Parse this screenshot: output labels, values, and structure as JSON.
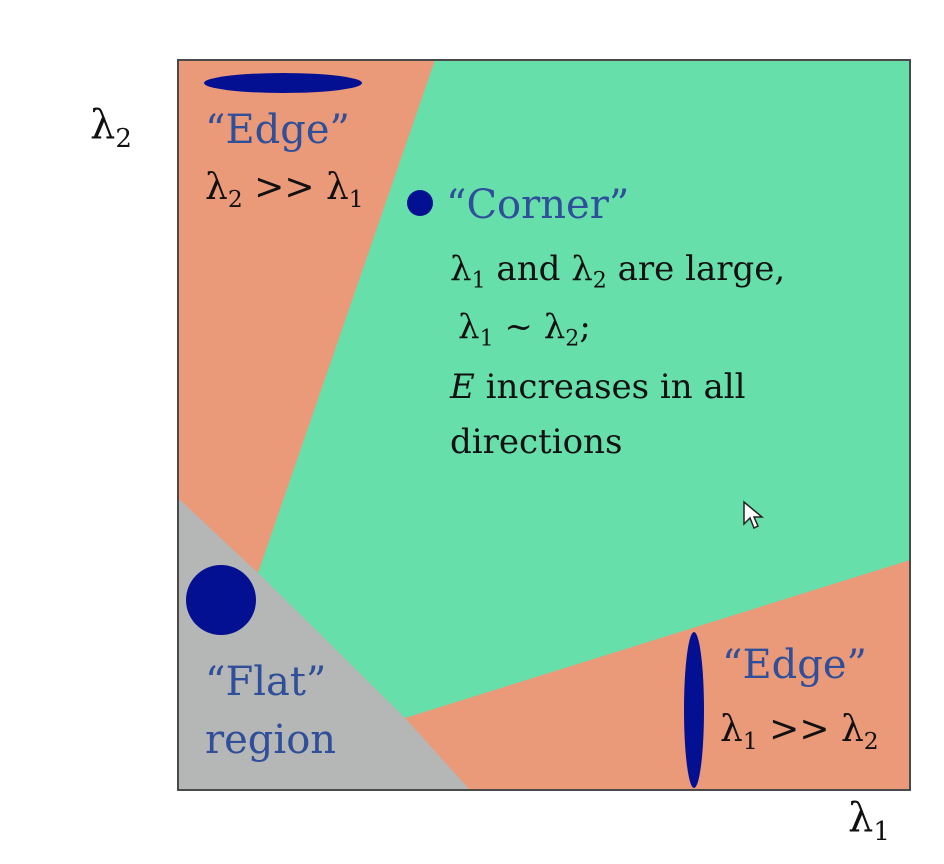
{
  "axes": {
    "x_label": {
      "base": "λ",
      "sub": "1"
    },
    "y_label": {
      "base": "λ",
      "sub": "2"
    }
  },
  "regions": {
    "edge_top": {
      "title": "“Edge”",
      "condition": {
        "a": "λ",
        "a_sub": "2",
        "op": " >> ",
        "b": "λ",
        "b_sub": "1"
      }
    },
    "corner": {
      "title": "“Corner”",
      "line1": {
        "a": "λ",
        "a_sub": "1",
        "mid": " and ",
        "b": "λ",
        "b_sub": "2",
        "end": " are large,"
      },
      "line2": {
        "a": "λ",
        "a_sub": "1",
        "mid": " ~ ",
        "b": "λ",
        "b_sub": "2",
        "end": ";"
      },
      "line3": {
        "em": "E",
        "rest": " increases in all"
      },
      "line4": "directions"
    },
    "flat": {
      "title": "“Flat”",
      "subtitle": "region"
    },
    "edge_right": {
      "title": "“Edge”",
      "condition": {
        "a": "λ",
        "a_sub": "1",
        "op": " >> ",
        "b": "λ",
        "b_sub": "2"
      }
    }
  },
  "colors": {
    "edge": "#ea9a78",
    "corner": "#67dfab",
    "flat": "#b5b6b6",
    "ellipse": "#041092",
    "label_blue": "#2f4f9a",
    "border": "#4a4a4a"
  }
}
